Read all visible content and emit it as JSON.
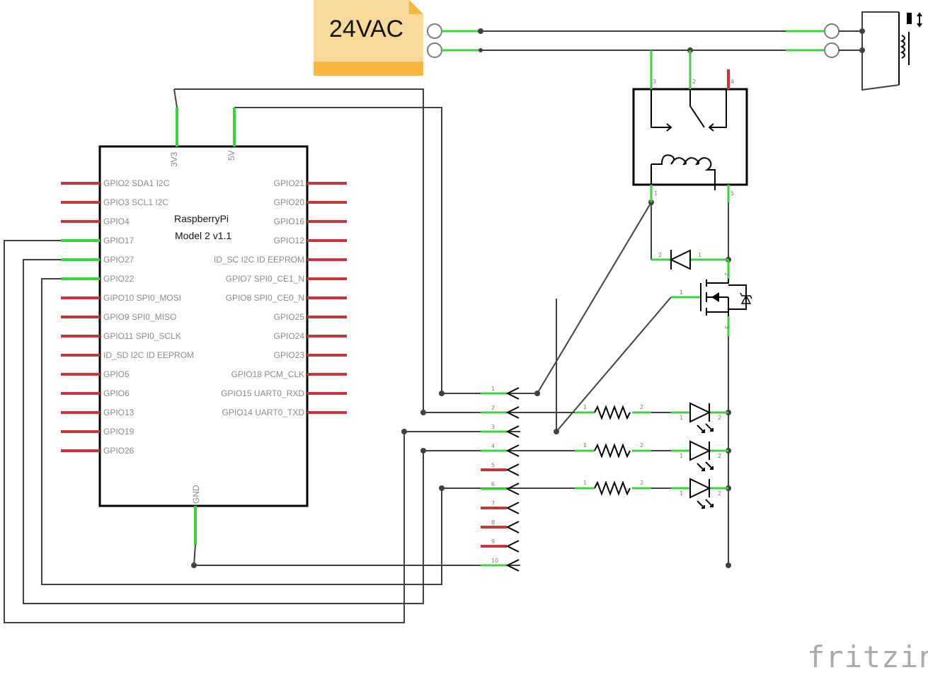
{
  "power_label": {
    "text": "24VAC",
    "color": "#f8c26a",
    "stripe": "#f6b73c"
  },
  "rpi": {
    "name": "RaspberryPi",
    "model": "Model 2 v1.1",
    "top_pins": [
      "3V3",
      "5V"
    ],
    "bottom_pin": "GND",
    "left_pins": [
      "GPIO2 SDA1 I2C",
      "GPIO3 SCL1 I2C",
      "GPIO4",
      "GPIO17",
      "GPIO27",
      "GPIO22",
      "GIPO10 SPI0_MOSI",
      "GPIO9 SPI0_MISO",
      "GPIO11 SPI0_SCLK",
      "ID_SD I2C ID EEPROM",
      "GPIO5",
      "GPIO6",
      "GPIO13",
      "GPIO19",
      "GPIO26"
    ],
    "right_pins": [
      "GPIO21",
      "GPIO20",
      "GPIO16",
      "GPIO12",
      "ID_SC I2C ID EEPROM",
      "GPIO7 SPI0_CE1_N",
      "GPIO8 SPI0_CE0_N",
      "GPIO25",
      "GPIO24",
      "GPIO23",
      "GPIO18 PCM_CLK",
      "GPIO15 UART0_RXD",
      "GPIO14 UART0_TXD"
    ]
  },
  "relay_pins": [
    "3",
    "2",
    "4",
    "1",
    "5"
  ],
  "diode_pins": [
    "2",
    "1"
  ],
  "mosfet_pins": [
    "1",
    "2",
    "3"
  ],
  "connector_pins": [
    "1",
    "2",
    "3",
    "4",
    "5",
    "6",
    "7",
    "8",
    "9",
    "10"
  ],
  "resistor_pins": [
    "1",
    "2"
  ],
  "led_pins": [
    "1",
    "2"
  ],
  "brand": "fritzing",
  "colors": {
    "connected": "#3fd13f",
    "unconnected": "#c0393b",
    "wire": "#404040"
  }
}
